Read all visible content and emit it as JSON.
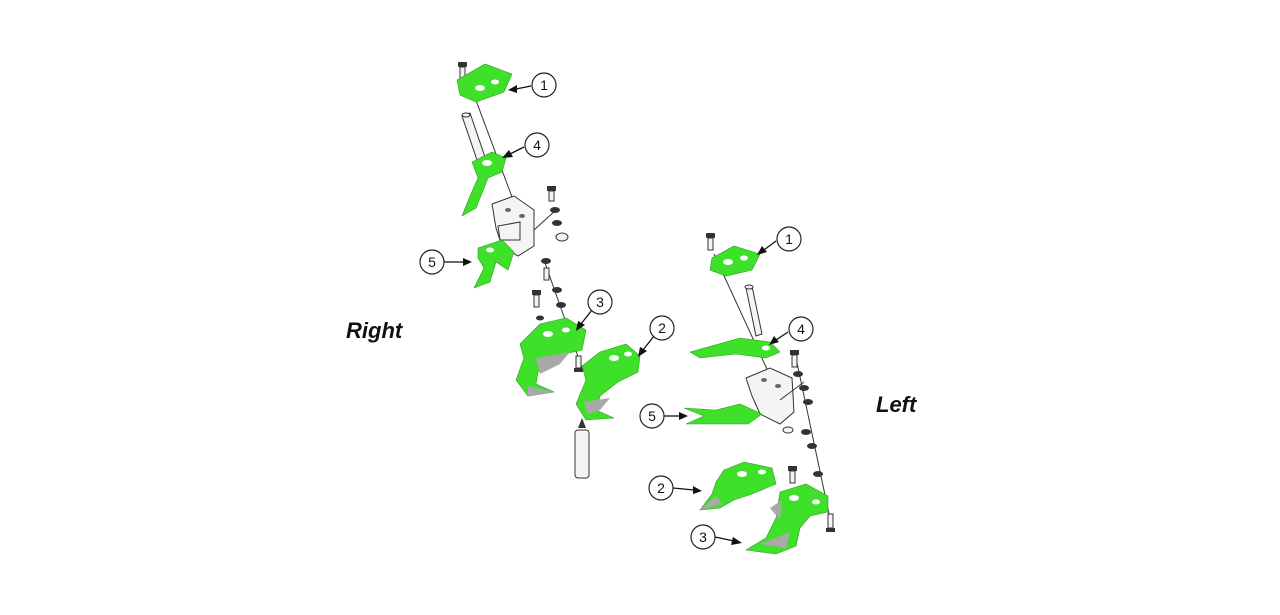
{
  "labels": {
    "right": "Right",
    "left": "Left"
  },
  "callouts": {
    "r1": "1",
    "r4": "4",
    "r5": "5",
    "r3": "3",
    "r2": "2",
    "l1": "1",
    "l4": "4",
    "l5": "5",
    "l2": "2",
    "l3": "3"
  },
  "colors": {
    "part_green": "#3ee02a",
    "blade_gray": "#a9a9a9",
    "hardware_dark": "#333333"
  }
}
